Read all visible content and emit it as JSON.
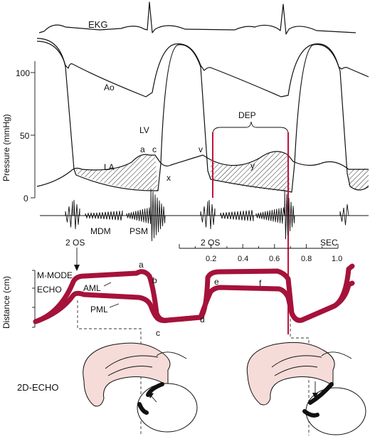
{
  "traces": {
    "ekg": "EKG",
    "aortic": "Ao",
    "left_ventricle": "LV",
    "left_atrium": "LA"
  },
  "pressure_axis": {
    "label": "Pressure (mmHg)",
    "ticks": [
      "100",
      "50",
      "0"
    ]
  },
  "wave_points": {
    "a": "a",
    "c": "c",
    "v": "v",
    "x": "x",
    "y": "y"
  },
  "dep_label": "DEP",
  "phonocardiogram": {
    "opening_snap_1": "2 OS",
    "opening_snap_2": "2 OS",
    "mid_diastolic_murmur": "MDM",
    "presystolic_murmur": "PSM"
  },
  "time_scale": {
    "ticks": [
      "0.2",
      "0.4",
      "0.6",
      "0.8",
      "1.0"
    ],
    "unit": "SEC"
  },
  "echo": {
    "mode_line1": "M-MODE",
    "mode_line2": "ECHO",
    "distance_label": "Distance (cm)",
    "aml": "AML",
    "pml": "PML",
    "points": {
      "a": "a",
      "b": "b",
      "c": "c",
      "d": "d",
      "e": "e",
      "f": "f"
    },
    "two_d_label": "2D-ECHO"
  },
  "colors": {
    "mitral_leaflet": "#a5123a",
    "dep_marker": "#c0143c",
    "heart_fill": "#f6dcd8",
    "ink": "#111111"
  }
}
